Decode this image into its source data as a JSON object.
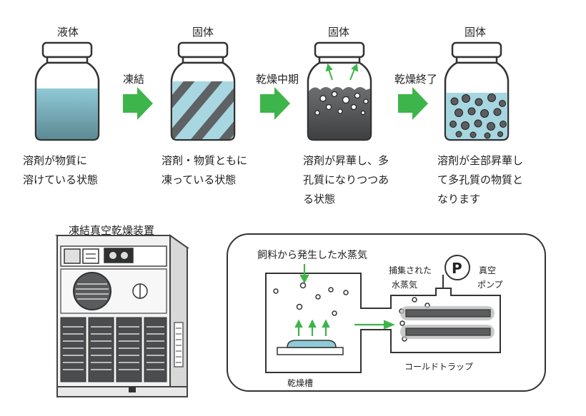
{
  "stages": [
    {
      "state": "液体",
      "desc": [
        "溶剤が物質に",
        "溶けている状態"
      ]
    },
    {
      "state": "固体",
      "desc": [
        "溶剤・物質ともに",
        "凍っている状態"
      ]
    },
    {
      "state": "固体",
      "desc": [
        "溶剤が昇華し、多",
        "孔質になりつつあ",
        "る状態"
      ]
    },
    {
      "state": "固体",
      "desc": [
        "溶剤が全部昇華し",
        "て多孔質の物質と",
        "なります"
      ]
    }
  ],
  "arrows": [
    "凍結",
    "乾燥中期",
    "乾燥終了"
  ],
  "machine": {
    "title": "凍結真空乾燥装置"
  },
  "schematic": {
    "vapor_label": "飼料から発生した水蒸気",
    "trapped_line1": "捕集された",
    "trapped_line2": "水蒸気",
    "pump_symbol": "P",
    "pump_line1": "真空",
    "pump_line2": "ポンプ",
    "cold_trap": "コールドトラップ",
    "chamber": "乾燥槽"
  },
  "colors": {
    "arrow": "#3db54a",
    "liquid": "#7fc4d0",
    "frozen": "#9fd1dd",
    "dark": "#58595b"
  }
}
